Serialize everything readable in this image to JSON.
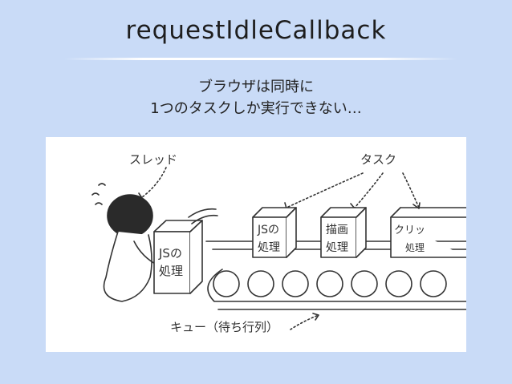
{
  "slide": {
    "title": "requestIdleCallback",
    "subtitle_line1": "ブラウザは同時に",
    "subtitle_line2": "1つのタスクしか実行できない…"
  },
  "illustration": {
    "thread_label": "スレッド",
    "task_label": "タスク",
    "queue_label": "キュー（待ち行列）",
    "box_held_line1": "JSの",
    "box_held_line2": "処理",
    "box1_line1": "JSの",
    "box1_line2": "処理",
    "box2_line1": "描画",
    "box2_line2": "処理",
    "box3_line1": "クリッ",
    "box3_line2": "処理"
  }
}
